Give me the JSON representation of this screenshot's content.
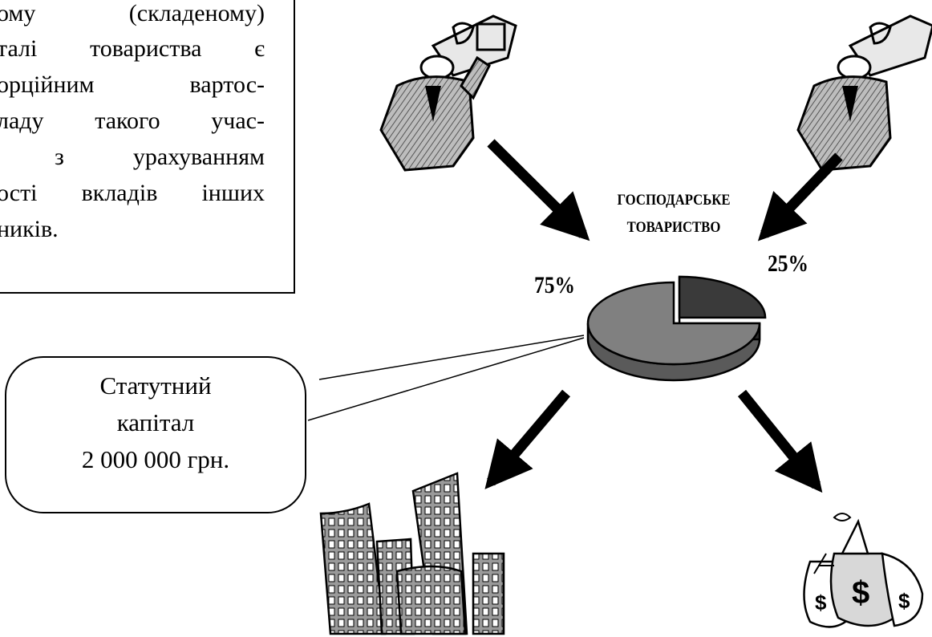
{
  "text_box": {
    "lines": [
      "ому (складеному)",
      "талі товариства є",
      "орційним вартос-",
      "ладу такого учас-",
      "з урахуванням",
      "ості вкладів інших",
      "ників."
    ]
  },
  "company": {
    "title_line1": "ГОСПОДАРСЬКЕ",
    "title_line2": "ТОВАРИСТВО"
  },
  "chart_data": {
    "type": "pie",
    "categories": [
      "75%",
      "25%"
    ],
    "values": [
      75,
      25
    ],
    "labels": [
      "75%",
      "25%"
    ],
    "colors": [
      "#808080",
      "#3a3a3a"
    ]
  },
  "bubble": {
    "line1": "Статутний",
    "line2": "капітал",
    "line3": "2 000 000 грн."
  },
  "icons": {
    "investors": [
      "businessman-with-money-icon",
      "businessman-with-money-icon"
    ],
    "outputs": [
      "buildings-icon",
      "money-bags-icon"
    ]
  }
}
